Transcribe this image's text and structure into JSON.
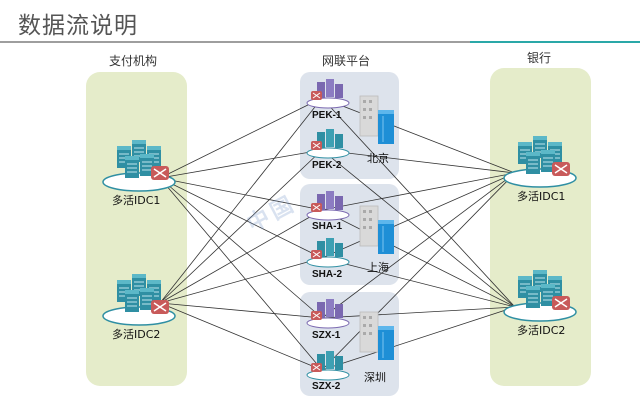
{
  "title": "数据流说明",
  "columns": {
    "payment": "支付机构",
    "platform": "网联平台",
    "bank": "银行"
  },
  "payment_nodes": [
    {
      "id": "p1",
      "label": "多活IDC1"
    },
    {
      "id": "p2",
      "label": "多活IDC2"
    }
  ],
  "bank_nodes": [
    {
      "id": "b1",
      "label": "多活IDC1"
    },
    {
      "id": "b2",
      "label": "多活IDC2"
    }
  ],
  "sites": [
    {
      "city": "北京",
      "nodes": [
        "PEK-1",
        "PEK-2"
      ]
    },
    {
      "city": "上海",
      "nodes": [
        "SHA-1",
        "SHA-2"
      ]
    },
    {
      "city": "深圳",
      "nodes": [
        "SZX-1",
        "SZX-2"
      ]
    }
  ],
  "watermark": "中国",
  "colors": {
    "panel": "#e5ecca",
    "site": "#dde3ec",
    "accent": "#2aa8a8",
    "server": "#2f8fa3",
    "router": "#c85a5a"
  }
}
